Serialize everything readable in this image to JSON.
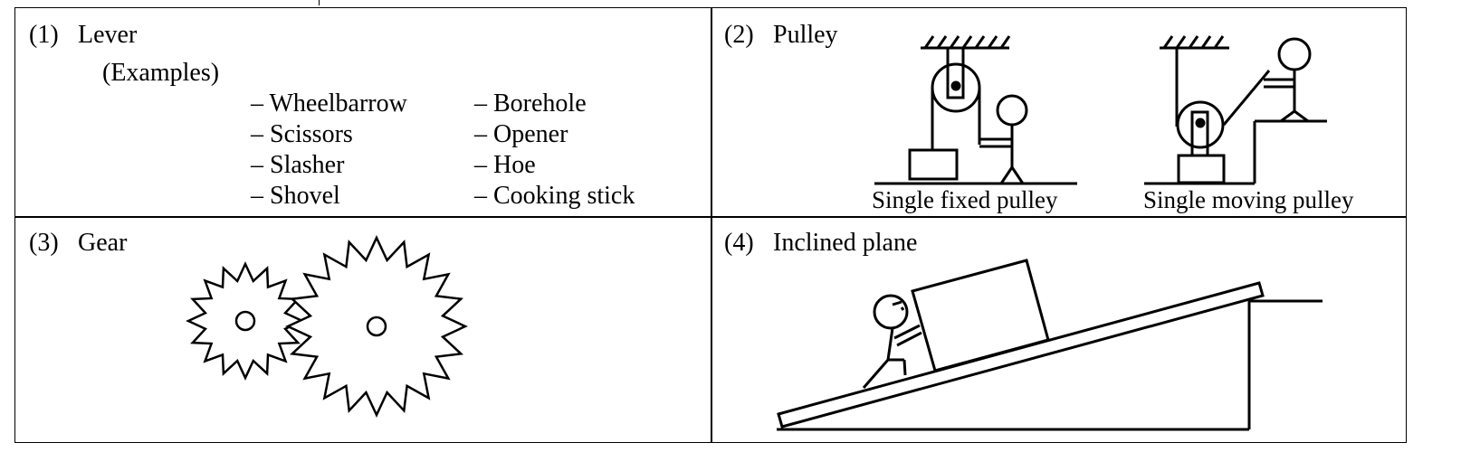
{
  "sections": {
    "lever": {
      "number": "(1)",
      "title": "Lever",
      "examples_heading": "(Examples)",
      "examples_col1": [
        "– Wheelbarrow",
        "– Scissors",
        "– Slasher",
        "– Shovel"
      ],
      "examples_col2": [
        "– Borehole",
        "– Opener",
        "– Hoe",
        "– Cooking stick"
      ]
    },
    "pulley": {
      "number": "(2)",
      "title": "Pulley",
      "fixed_caption": "Single fixed pulley",
      "moving_caption": "Single moving pulley"
    },
    "gear": {
      "number": "(3)",
      "title": "Gear"
    },
    "inclined_plane": {
      "number": "(4)",
      "title": "Inclined plane"
    }
  }
}
